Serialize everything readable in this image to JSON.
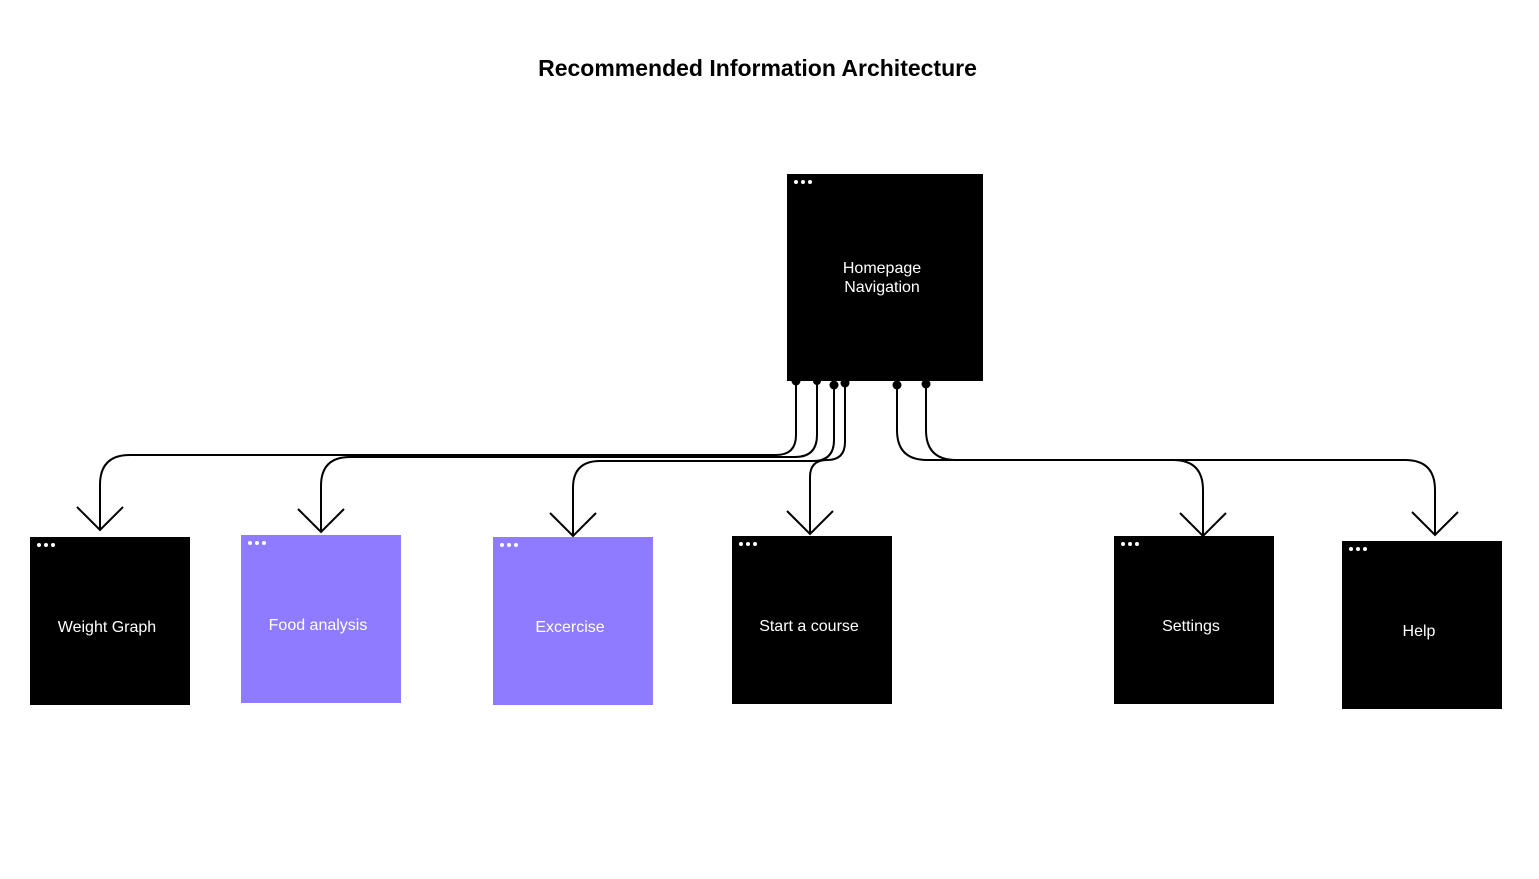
{
  "title": "Recommended Information Architecture",
  "colors": {
    "dark_card": "#000000",
    "highlight_card": "#8f7bff",
    "connector": "#000000",
    "text_on_card": "#ffffff"
  },
  "root": {
    "label": "Homepage\nNavigation",
    "icon": "window-dots-icon"
  },
  "children": [
    {
      "id": "weight-graph",
      "label": "Weight Graph",
      "highlighted": false
    },
    {
      "id": "food-analysis",
      "label": "Food analysis",
      "highlighted": true
    },
    {
      "id": "excercise",
      "label": "Excercise",
      "highlighted": true
    },
    {
      "id": "start-a-course",
      "label": "Start a course",
      "highlighted": false
    },
    {
      "id": "settings",
      "label": "Settings",
      "highlighted": false
    },
    {
      "id": "help",
      "label": "Help",
      "highlighted": false
    }
  ]
}
